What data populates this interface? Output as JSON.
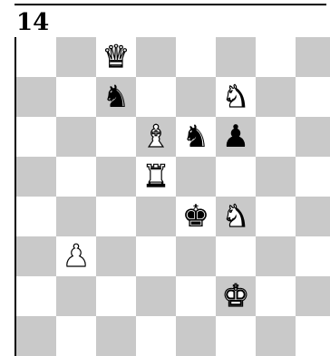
{
  "problem_number": "14",
  "board": {
    "light_color": "#ffffff",
    "dark_color": "#c9c9c9",
    "pieces": [
      {
        "square": "c8",
        "type": "queen",
        "color": "white",
        "glyph": "♛"
      },
      {
        "square": "c7",
        "type": "knight",
        "color": "black",
        "glyph": "♞"
      },
      {
        "square": "f7",
        "type": "knight",
        "color": "white",
        "glyph": "♞"
      },
      {
        "square": "d6",
        "type": "bishop",
        "color": "white",
        "glyph": "♝"
      },
      {
        "square": "e6",
        "type": "knight",
        "color": "black",
        "glyph": "♞"
      },
      {
        "square": "f6",
        "type": "pawn",
        "color": "black",
        "glyph": "♟"
      },
      {
        "square": "d5",
        "type": "rook",
        "color": "white",
        "glyph": "♜"
      },
      {
        "square": "e4",
        "type": "king",
        "color": "black",
        "glyph": "♚"
      },
      {
        "square": "f4",
        "type": "knight",
        "color": "white",
        "glyph": "♞"
      },
      {
        "square": "b3",
        "type": "pawn",
        "color": "white",
        "glyph": "♟"
      },
      {
        "square": "f2",
        "type": "king",
        "color": "white",
        "glyph": "♚"
      }
    ]
  }
}
